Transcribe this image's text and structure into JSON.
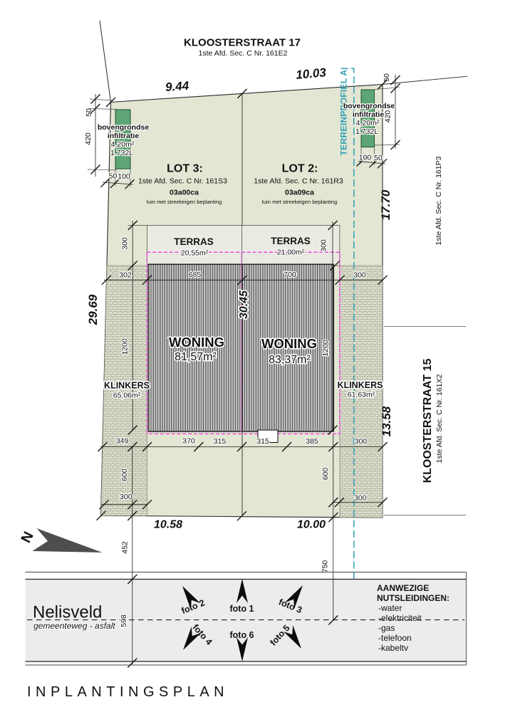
{
  "title": {
    "label": "INPLANTINGSPLAN"
  },
  "north": {
    "label": "N"
  },
  "street_top": {
    "name": "KLOOSTERSTRAAT 17",
    "cadastre": "1ste Afd. Sec. C Nr. 161E2"
  },
  "terrain_profile": {
    "label": "TERREINPROFIEL A"
  },
  "lot3": {
    "label": "LOT 3:",
    "cadastre": "1ste Afd. Sec. C Nr. 161S3",
    "area_code": "03a00ca",
    "note": "tuin met streekeigen beplanting"
  },
  "lot2": {
    "label": "LOT 2:",
    "cadastre": "1ste Afd. Sec. C Nr. 161R3",
    "area_code": "03a09ca",
    "note": "tuin met streekeigen beplanting"
  },
  "infiltration": {
    "line1": "bovengrondse",
    "line2": "infiltratie",
    "area": "4,20m²",
    "volume": "1.732L"
  },
  "terras3": {
    "label": "TERRAS",
    "area": "20,55m²"
  },
  "terras2": {
    "label": "TERRAS",
    "area": "21,00m²"
  },
  "woning3": {
    "label": "WONING",
    "area": "81,57m²"
  },
  "woning2": {
    "label": "WONING",
    "area": "83,37m²"
  },
  "klinkers3": {
    "label": "KLINKERS",
    "area": "65,06m²"
  },
  "klinkers2": {
    "label": "KLINKERS",
    "area": "61,63m²"
  },
  "neighbor_right": {
    "cad_top": "1ste Afd. Sec. C Nr. 161P3",
    "street": "KLOOSTERSTRAAT 15",
    "cad": "1ste Afd. Sec. C Nr. 161X2"
  },
  "road": {
    "name": "Nelisveld",
    "subtitle": "gemeenteweg - asfalt"
  },
  "utilities": {
    "header1": "AANWEZIGE",
    "header2": "NUTSLEIDINGEN:",
    "items": [
      "-water",
      "-elektriciteit",
      "-gas",
      "-telefoon",
      "-kabeltv"
    ]
  },
  "photos": {
    "p1": "foto 1",
    "p2": "foto 2",
    "p3": "foto 3",
    "p4": "foto 4",
    "p5": "foto 5",
    "p6": "foto 6"
  },
  "dims": {
    "top_left": "9.44",
    "top_right": "10.03",
    "left_depth": "29.69",
    "plot_depth": "30.45",
    "right_upper": "17.70",
    "right_lower": "13.58",
    "front_left": "10.58",
    "front_right": "10.00",
    "infl_l_off": "50",
    "infl_l_h": "420",
    "infl_l_gap": "50",
    "infl_l_w": "100",
    "infl_r_off": "50",
    "infl_r_h": "420",
    "infl_r_w": "100",
    "infl_r_gap": "50",
    "terras_l": "300",
    "terras_r": "300",
    "w302": "302",
    "w685": "685",
    "w700": "700",
    "w300": "300",
    "depth_l_1200": "1200",
    "depth_r_1200": "1200",
    "f349": "349",
    "f370": "370",
    "f315a": "315",
    "f315b": "315",
    "f385": "385",
    "f300": "300",
    "rear_l_600": "600",
    "rear_l_300": "300",
    "rear_r_600": "600",
    "rear_r_300": "300",
    "v452": "452",
    "v750": "750",
    "v598": "598"
  },
  "colors": {
    "parcel": "#e2e6d2",
    "klinkers_bg": "#dfe2cf",
    "brick_line": "#9a9a8e",
    "terras_bg": "#f5f5ef",
    "terras_grid": "#cfcfc5",
    "woning_bg": "#ffffff",
    "woning_hatch": "#1a1a1a",
    "infiltratie": "#5da574",
    "infiltratie_border": "#234f30",
    "magenta": "#f23ce4",
    "cyan": "#2f9fb6",
    "road_fill": "#ececec",
    "north_arrow": "#4e4e4e",
    "ink": "#111111"
  }
}
